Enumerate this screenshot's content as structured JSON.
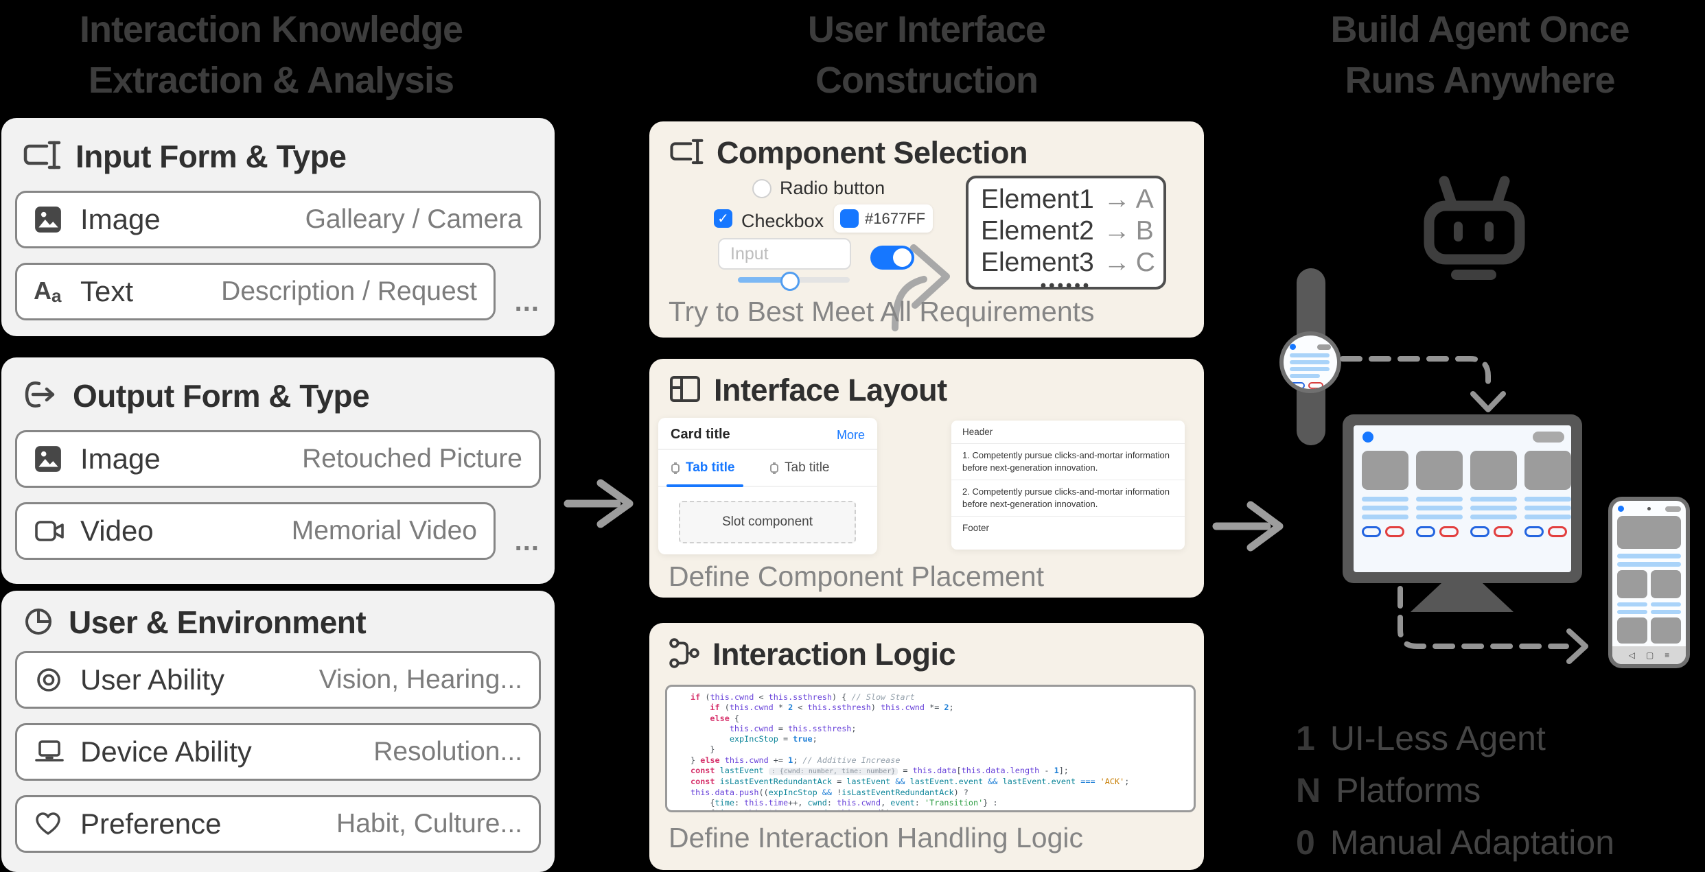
{
  "titles": {
    "left1": "Interaction Knowledge",
    "left2": "Extraction & Analysis",
    "mid1": "User Interface",
    "mid2": "Construction",
    "right1": "Build Agent Once",
    "right2": "Runs Anywhere"
  },
  "left_cards": [
    {
      "icon": "input-field",
      "title": "Input Form & Type",
      "rows": [
        {
          "icon": "image",
          "label": "Image",
          "value": "Galleary / Camera",
          "trail": ""
        },
        {
          "icon": "text",
          "label": "Text",
          "value": "Description / Request",
          "trail": "..."
        }
      ]
    },
    {
      "icon": "output",
      "title": "Output Form & Type",
      "rows": [
        {
          "icon": "image",
          "label": "Image",
          "value": "Retouched Picture",
          "trail": ""
        },
        {
          "icon": "video",
          "label": "Video",
          "value": "Memorial Video",
          "trail": "..."
        }
      ]
    },
    {
      "icon": "pie",
      "title": "User & Environment",
      "rows": [
        {
          "icon": "eye",
          "label": "User Ability",
          "value": "Vision, Hearing...",
          "trail": ""
        },
        {
          "icon": "laptop",
          "label": "Device Ability",
          "value": "Resolution...",
          "trail": ""
        },
        {
          "icon": "heart",
          "label": "Preference",
          "value": "Habit, Culture...",
          "trail": ""
        }
      ]
    }
  ],
  "component_selection": {
    "title": "Component Selection",
    "radio_label": "Radio button",
    "checkbox_label": "Checkbox",
    "checkbox_glyph": "✓",
    "swatch_hex": "#1677FF",
    "input_placeholder": "Input",
    "mapping": [
      {
        "element": "Element1",
        "arrow": "→",
        "target": "A"
      },
      {
        "element": "Element2",
        "arrow": "→",
        "target": "B"
      },
      {
        "element": "Element3",
        "arrow": "→",
        "target": "C"
      }
    ],
    "dots": "••••••",
    "caption": "Try to Best Meet All Requirements"
  },
  "interface_layout": {
    "title": "Interface Layout",
    "card_mock": {
      "card_title": "Card title",
      "more": "More",
      "tabs": [
        "Tab title",
        "Tab title"
      ],
      "slot": "Slot component"
    },
    "page_mock": {
      "header": "Header",
      "items": [
        "1. Competently pursue clicks-and-mortar information before next-generation innovation.",
        "2. Competently pursue clicks-and-mortar information before next-generation innovation."
      ],
      "footer": "Footer"
    },
    "caption": "Define Component Placement"
  },
  "interaction_logic": {
    "title": "Interaction Logic",
    "caption": "Define Interaction Handling Logic",
    "code": [
      [
        [
          "kw",
          "if"
        ],
        [
          "pl",
          " ("
        ],
        [
          "th",
          "this.cwnd"
        ],
        [
          "pl",
          " < "
        ],
        [
          "th",
          "this.ssthresh"
        ],
        [
          "pl",
          ") { "
        ],
        [
          "cmt",
          "// Slow Start"
        ]
      ],
      [
        [
          "pl",
          "    "
        ],
        [
          "kw",
          "if"
        ],
        [
          "pl",
          " ("
        ],
        [
          "th",
          "this.cwnd"
        ],
        [
          "pl",
          " * "
        ],
        [
          "num",
          "2"
        ],
        [
          "pl",
          " < "
        ],
        [
          "th",
          "this.ssthresh"
        ],
        [
          "pl",
          ") "
        ],
        [
          "th",
          "this.cwnd"
        ],
        [
          "pl",
          " *= "
        ],
        [
          "num",
          "2"
        ],
        [
          "pl",
          ";"
        ]
      ],
      [
        [
          "pl",
          "    "
        ],
        [
          "kw",
          "else"
        ],
        [
          "pl",
          " {"
        ]
      ],
      [
        [
          "pl",
          "        "
        ],
        [
          "th",
          "this.cwnd"
        ],
        [
          "pl",
          " = "
        ],
        [
          "th",
          "this.ssthresh"
        ],
        [
          "pl",
          ";"
        ]
      ],
      [
        [
          "pl",
          "        "
        ],
        [
          "var",
          "expIncStop"
        ],
        [
          "pl",
          " = "
        ],
        [
          "num",
          "true"
        ],
        [
          "pl",
          ";"
        ]
      ],
      [
        [
          "pl",
          "    }"
        ]
      ],
      [
        [
          "pl",
          "} "
        ],
        [
          "kw",
          "else"
        ],
        [
          "pl",
          " "
        ],
        [
          "th",
          "this.cwnd"
        ],
        [
          "pl",
          " += "
        ],
        [
          "num",
          "1"
        ],
        [
          "pl",
          "; "
        ],
        [
          "cmt",
          "// Additive Increase"
        ]
      ],
      [
        [
          "kw",
          "const"
        ],
        [
          "pl",
          " "
        ],
        [
          "var",
          "lastEvent"
        ],
        [
          "pl",
          " "
        ],
        [
          "hint",
          ": {cwnd: number, time: number}"
        ],
        [
          "pl",
          " = "
        ],
        [
          "th",
          "this.data"
        ],
        [
          "pl",
          "["
        ],
        [
          "th",
          "this.data.length"
        ],
        [
          "pl",
          " - "
        ],
        [
          "num",
          "1"
        ],
        [
          "pl",
          "];"
        ]
      ],
      [
        [
          "kw",
          "const"
        ],
        [
          "pl",
          " "
        ],
        [
          "var",
          "isLastEventRedundantAck"
        ],
        [
          "pl",
          " = "
        ],
        [
          "var",
          "lastEvent"
        ],
        [
          "op",
          " && "
        ],
        [
          "var",
          "lastEvent.event"
        ],
        [
          "op",
          " && "
        ],
        [
          "var",
          "lastEvent.event"
        ],
        [
          "op",
          " === "
        ],
        [
          "so",
          "'ACK'"
        ],
        [
          "pl",
          ";"
        ]
      ],
      [
        [
          "th",
          "this.data.push"
        ],
        [
          "pl",
          "(("
        ],
        [
          "var",
          "expIncStop"
        ],
        [
          "op",
          " && "
        ],
        [
          "pl",
          "!"
        ],
        [
          "var",
          "isLastEventRedundantAck"
        ],
        [
          "pl",
          ") ?"
        ]
      ],
      [
        [
          "pl",
          "    {"
        ],
        [
          "var",
          "time"
        ],
        [
          "pl",
          ": "
        ],
        [
          "th",
          "this.time"
        ],
        [
          "pl",
          "++, "
        ],
        [
          "var",
          "cwnd"
        ],
        [
          "pl",
          ": "
        ],
        [
          "th",
          "this.cwnd"
        ],
        [
          "pl",
          ", "
        ],
        [
          "var",
          "event"
        ],
        [
          "pl",
          ": "
        ],
        [
          "sg",
          "'Transition'"
        ],
        [
          "pl",
          "} :"
        ]
      ],
      [
        [
          "pl",
          "    {"
        ],
        [
          "var",
          "time"
        ],
        [
          "pl",
          ": "
        ],
        [
          "th",
          "this.time"
        ],
        [
          "pl",
          "++, "
        ],
        [
          "var",
          "cwnd"
        ],
        [
          "pl",
          ": "
        ],
        [
          "th",
          "this.cwnd"
        ],
        [
          "pl",
          "});"
        ]
      ]
    ]
  },
  "agent_column": {
    "stats": [
      {
        "n": "1",
        "label": "UI-Less Agent"
      },
      {
        "n": "N",
        "label": "Platforms"
      },
      {
        "n": "0",
        "label": "Manual Adaptation"
      }
    ],
    "phone_nav_icons": [
      "◁",
      "▢",
      "≡"
    ]
  },
  "colors": {
    "accent": "#1677FF",
    "red": "#E23F3F",
    "light_blue": "#A9D3F9",
    "device_gray": "#575757",
    "canvas_bg": "#000000",
    "left_card_bg": "#F2F2F2",
    "mid_card_bg": "#F6F1E8"
  }
}
